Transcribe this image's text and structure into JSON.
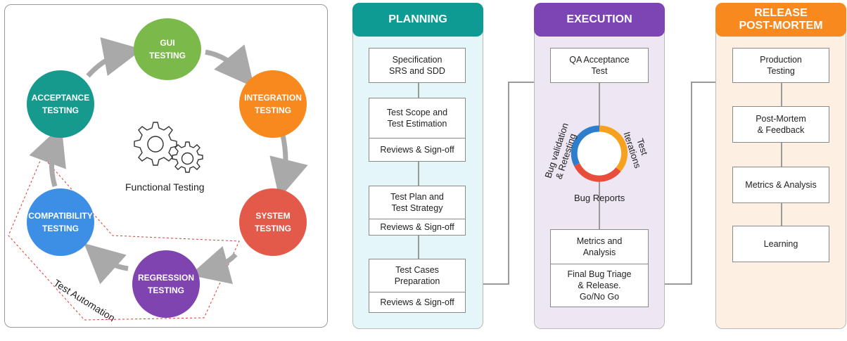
{
  "functional": {
    "center_label": "Functional Testing",
    "automation_label": "Test Automation",
    "circles": [
      {
        "label": "GUI TESTING",
        "lines": [
          "GUI",
          "TESTING"
        ],
        "color": "#7cb94b"
      },
      {
        "label": "INTEGRATION TESTING",
        "lines": [
          "INTEGRATION",
          "TESTING"
        ],
        "color": "#f7891e"
      },
      {
        "label": "SYSTEM TESTING",
        "lines": [
          "SYSTEM",
          "TESTING"
        ],
        "color": "#e45a4a"
      },
      {
        "label": "REGRESSION TESTING",
        "lines": [
          "REGRESSION",
          "TESTING"
        ],
        "color": "#7f44b0"
      },
      {
        "label": "COMPATIBILITY TESTING",
        "lines": [
          "COMPATIBILITY",
          "TESTING"
        ],
        "color": "#3d8fe6"
      },
      {
        "label": "ACCEPTANCE TESTING",
        "lines": [
          "ACCEPTANCE",
          "TESTING"
        ],
        "color": "#169a8e"
      }
    ],
    "icon": "gears-icon"
  },
  "planning": {
    "title": "PLANNING",
    "header_color": "#0e9b94",
    "bg_color": "#e4f6f8",
    "steps": [
      {
        "lines": [
          "Specification",
          "SRS and SDD"
        ]
      },
      {
        "lines": [
          "Test Scope and",
          "Test Estimation"
        ],
        "review": "Reviews & Sign-off"
      },
      {
        "lines": [
          "Test Plan and",
          "Test Strategy"
        ],
        "review": "Reviews & Sign-off"
      },
      {
        "lines": [
          "Test Cases",
          "Preparation"
        ],
        "review": "Reviews & Sign-off"
      }
    ]
  },
  "execution": {
    "title": "EXECUTION",
    "header_color": "#7d45b3",
    "bg_color": "#efe6f4",
    "top_box": [
      "QA Acceptance",
      "Test"
    ],
    "cycle_left": [
      "Bug validation",
      "& Retesting"
    ],
    "cycle_right": [
      "Test",
      "Iterations"
    ],
    "cycle_bottom": "Bug Reports",
    "metrics_box": [
      "Metrics and",
      "Analysis"
    ],
    "final_box": [
      "Final Bug Triage",
      "& Release.",
      "Go/No Go"
    ],
    "ring_colors": [
      "#f7a21e",
      "#e84d3c",
      "#2f7ecb"
    ]
  },
  "release": {
    "title_lines": [
      "RELEASE",
      "POST-MORTEM"
    ],
    "header_color": "#f7891e",
    "bg_color": "#fdf0e2",
    "steps": [
      {
        "lines": [
          "Production",
          "Testing"
        ]
      },
      {
        "lines": [
          "Post-Mortem",
          "& Feedback"
        ]
      },
      {
        "lines": [
          "Metrics & Analysis"
        ]
      },
      {
        "lines": [
          "Learning"
        ]
      }
    ]
  }
}
